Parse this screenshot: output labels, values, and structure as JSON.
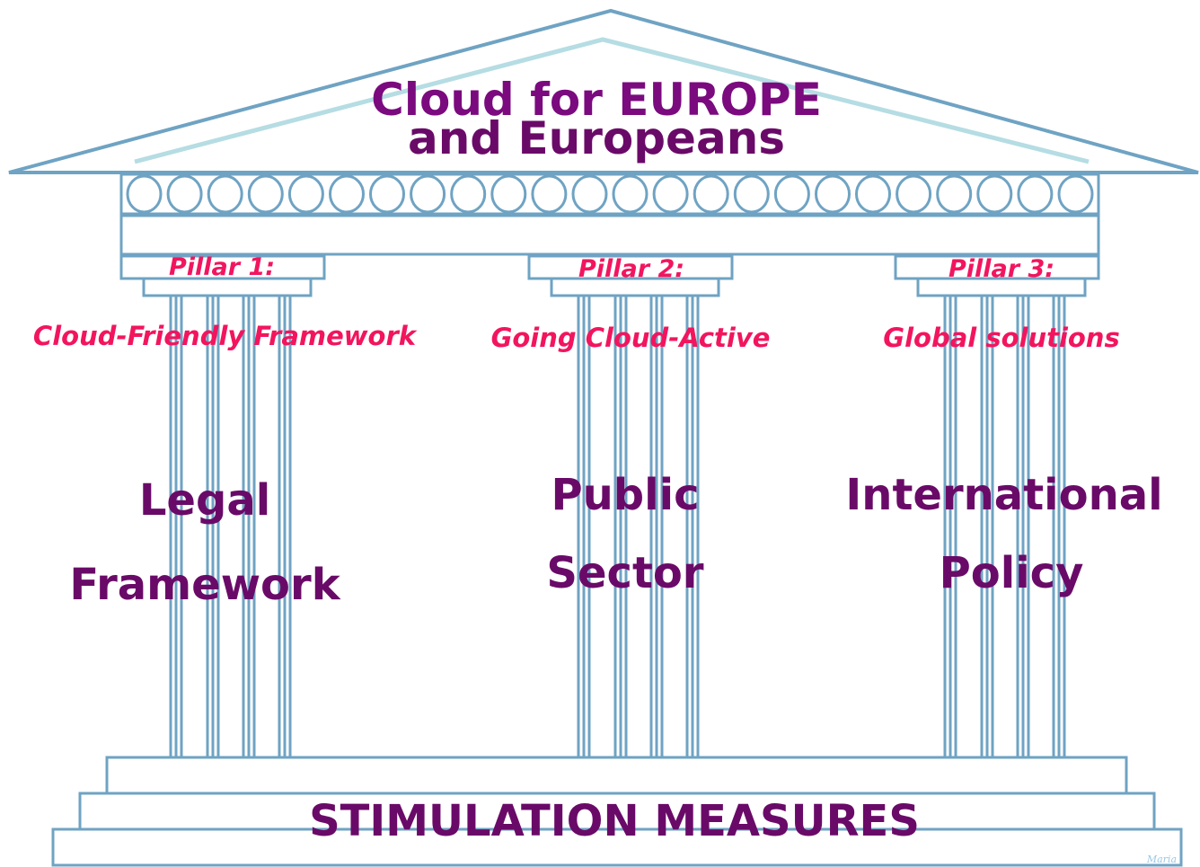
{
  "title": {
    "line1": "Cloud for EUROPE",
    "line2": "and Europeans"
  },
  "pillars": [
    {
      "label": "Pillar 1:",
      "subtitle": "Cloud-Friendly Framework",
      "body_line1": "Legal",
      "body_line2": "Framework"
    },
    {
      "label": "Pillar 2:",
      "subtitle": "Going Cloud-Active",
      "body_line1": "Public",
      "body_line2": "Sector"
    },
    {
      "label": "Pillar 3:",
      "subtitle": "Global solutions",
      "body_line1": "International",
      "body_line2": "Policy"
    }
  ],
  "base": {
    "label": "STIMULATION MEASURES"
  },
  "signature": "Maria",
  "colors": {
    "outline": "#6fa3c3",
    "roof_inner": "#b5dde3",
    "title": "#7a0a7e",
    "pillar_label": "#f2155e",
    "body_text": "#6a0a68"
  }
}
